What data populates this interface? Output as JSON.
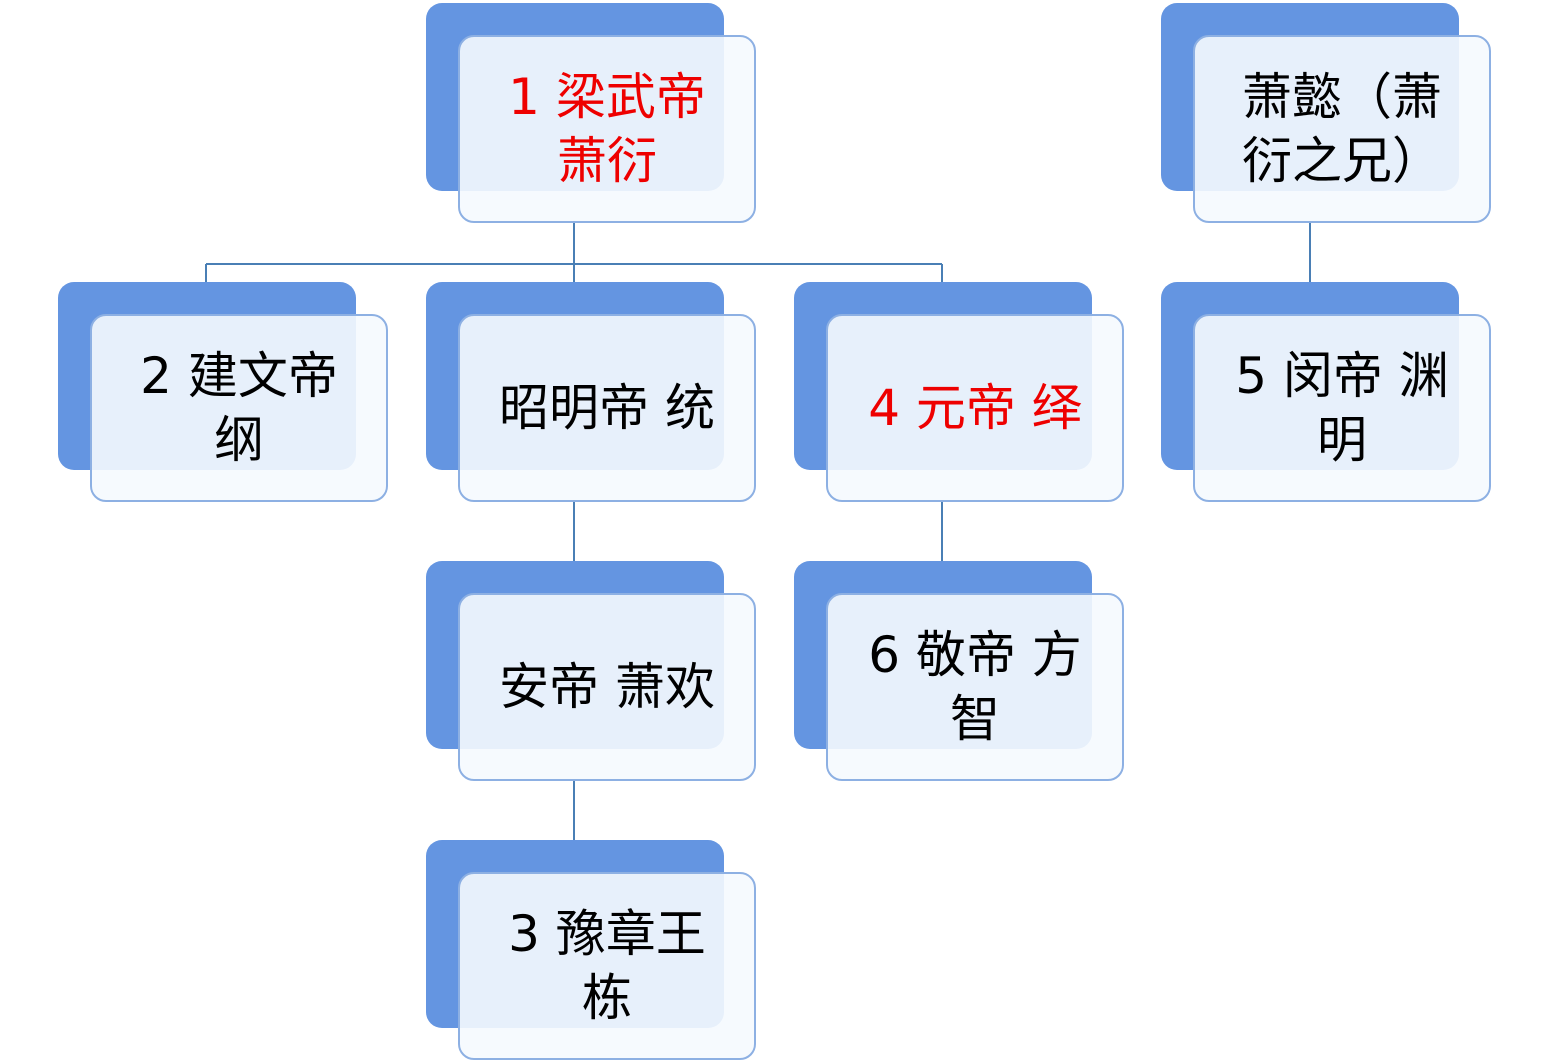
{
  "diagram": {
    "nodes": {
      "wudi": {
        "label": "1 梁武帝\n萧衍",
        "highlight": true
      },
      "yi": {
        "label": "萧懿（萧\n衍之兄）",
        "highlight": false
      },
      "jianwen": {
        "label": "2 建文帝\n纲",
        "highlight": false
      },
      "zhaoming": {
        "label": "昭明帝 统",
        "highlight": false
      },
      "yuandi": {
        "label": "4 元帝  绎",
        "highlight": true
      },
      "mindi": {
        "label": "5 闵帝 渊\n明",
        "highlight": false
      },
      "andi": {
        "label": "安帝 萧欢",
        "highlight": false
      },
      "jingdi": {
        "label": "6 敬帝 方\n智",
        "highlight": false
      },
      "yuzhang": {
        "label": "3 豫章王\n栋",
        "highlight": false
      }
    },
    "edges": [
      [
        "wudi",
        "jianwen"
      ],
      [
        "wudi",
        "zhaoming"
      ],
      [
        "wudi",
        "yuandi"
      ],
      [
        "yi",
        "mindi"
      ],
      [
        "zhaoming",
        "andi"
      ],
      [
        "yuandi",
        "jingdi"
      ],
      [
        "andi",
        "yuzhang"
      ]
    ],
    "colors": {
      "back_card": "#6495e1",
      "front_card": "#f5f9fe",
      "front_border": "#8db0e3",
      "connector": "#4a7fb5",
      "highlight_text": "#ee0000",
      "normal_text": "#000000"
    }
  }
}
